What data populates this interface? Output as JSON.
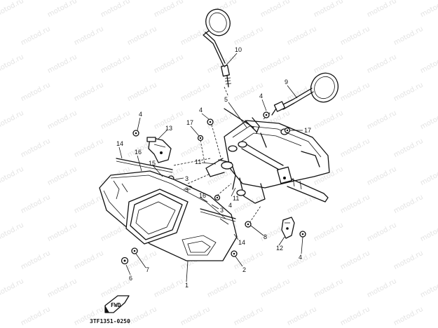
{
  "watermark": {
    "text": "motod.ru"
  },
  "diagram": {
    "code": "3TF1351-0250",
    "fwd_label": "FWD",
    "callouts": {
      "c1": "1",
      "c2": "2",
      "c3a": "3",
      "c3b": "3",
      "c3c": "3",
      "c4a": "4",
      "c4b": "4",
      "c4c": "4",
      "c4d": "4",
      "c4e": "4",
      "c5": "5",
      "c6": "6",
      "c7": "7",
      "c8": "8",
      "c9": "9",
      "c10": "10",
      "c11a": "11",
      "c11b": "11",
      "c12": "12",
      "c13": "13",
      "c14a": "14",
      "c14b": "14",
      "c15": "15",
      "c16a": "16",
      "c16b": "16",
      "c17a": "17",
      "c17b": "17"
    }
  }
}
